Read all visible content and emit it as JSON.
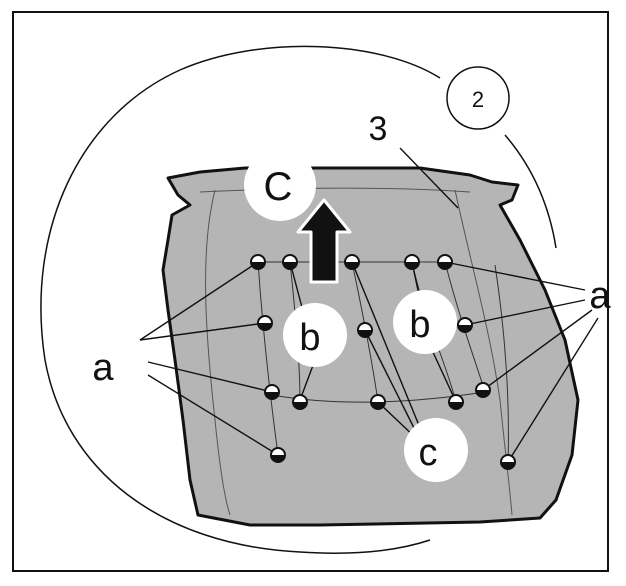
{
  "diagram": {
    "step_number": "2",
    "part_number": "3",
    "labels": {
      "clip_a_left": "a",
      "clip_a_right": "a",
      "fastener_b_left": "b",
      "fastener_b_right": "b",
      "fastener_c_top": "C",
      "fastener_c_bottom": "c"
    },
    "colors": {
      "cushion_fill": "#b5b5b5",
      "outline": "#111111",
      "background": "#ffffff"
    },
    "icons": {
      "direction_arrow": "up-arrow-icon",
      "clip_marker": "clip-icon"
    }
  }
}
